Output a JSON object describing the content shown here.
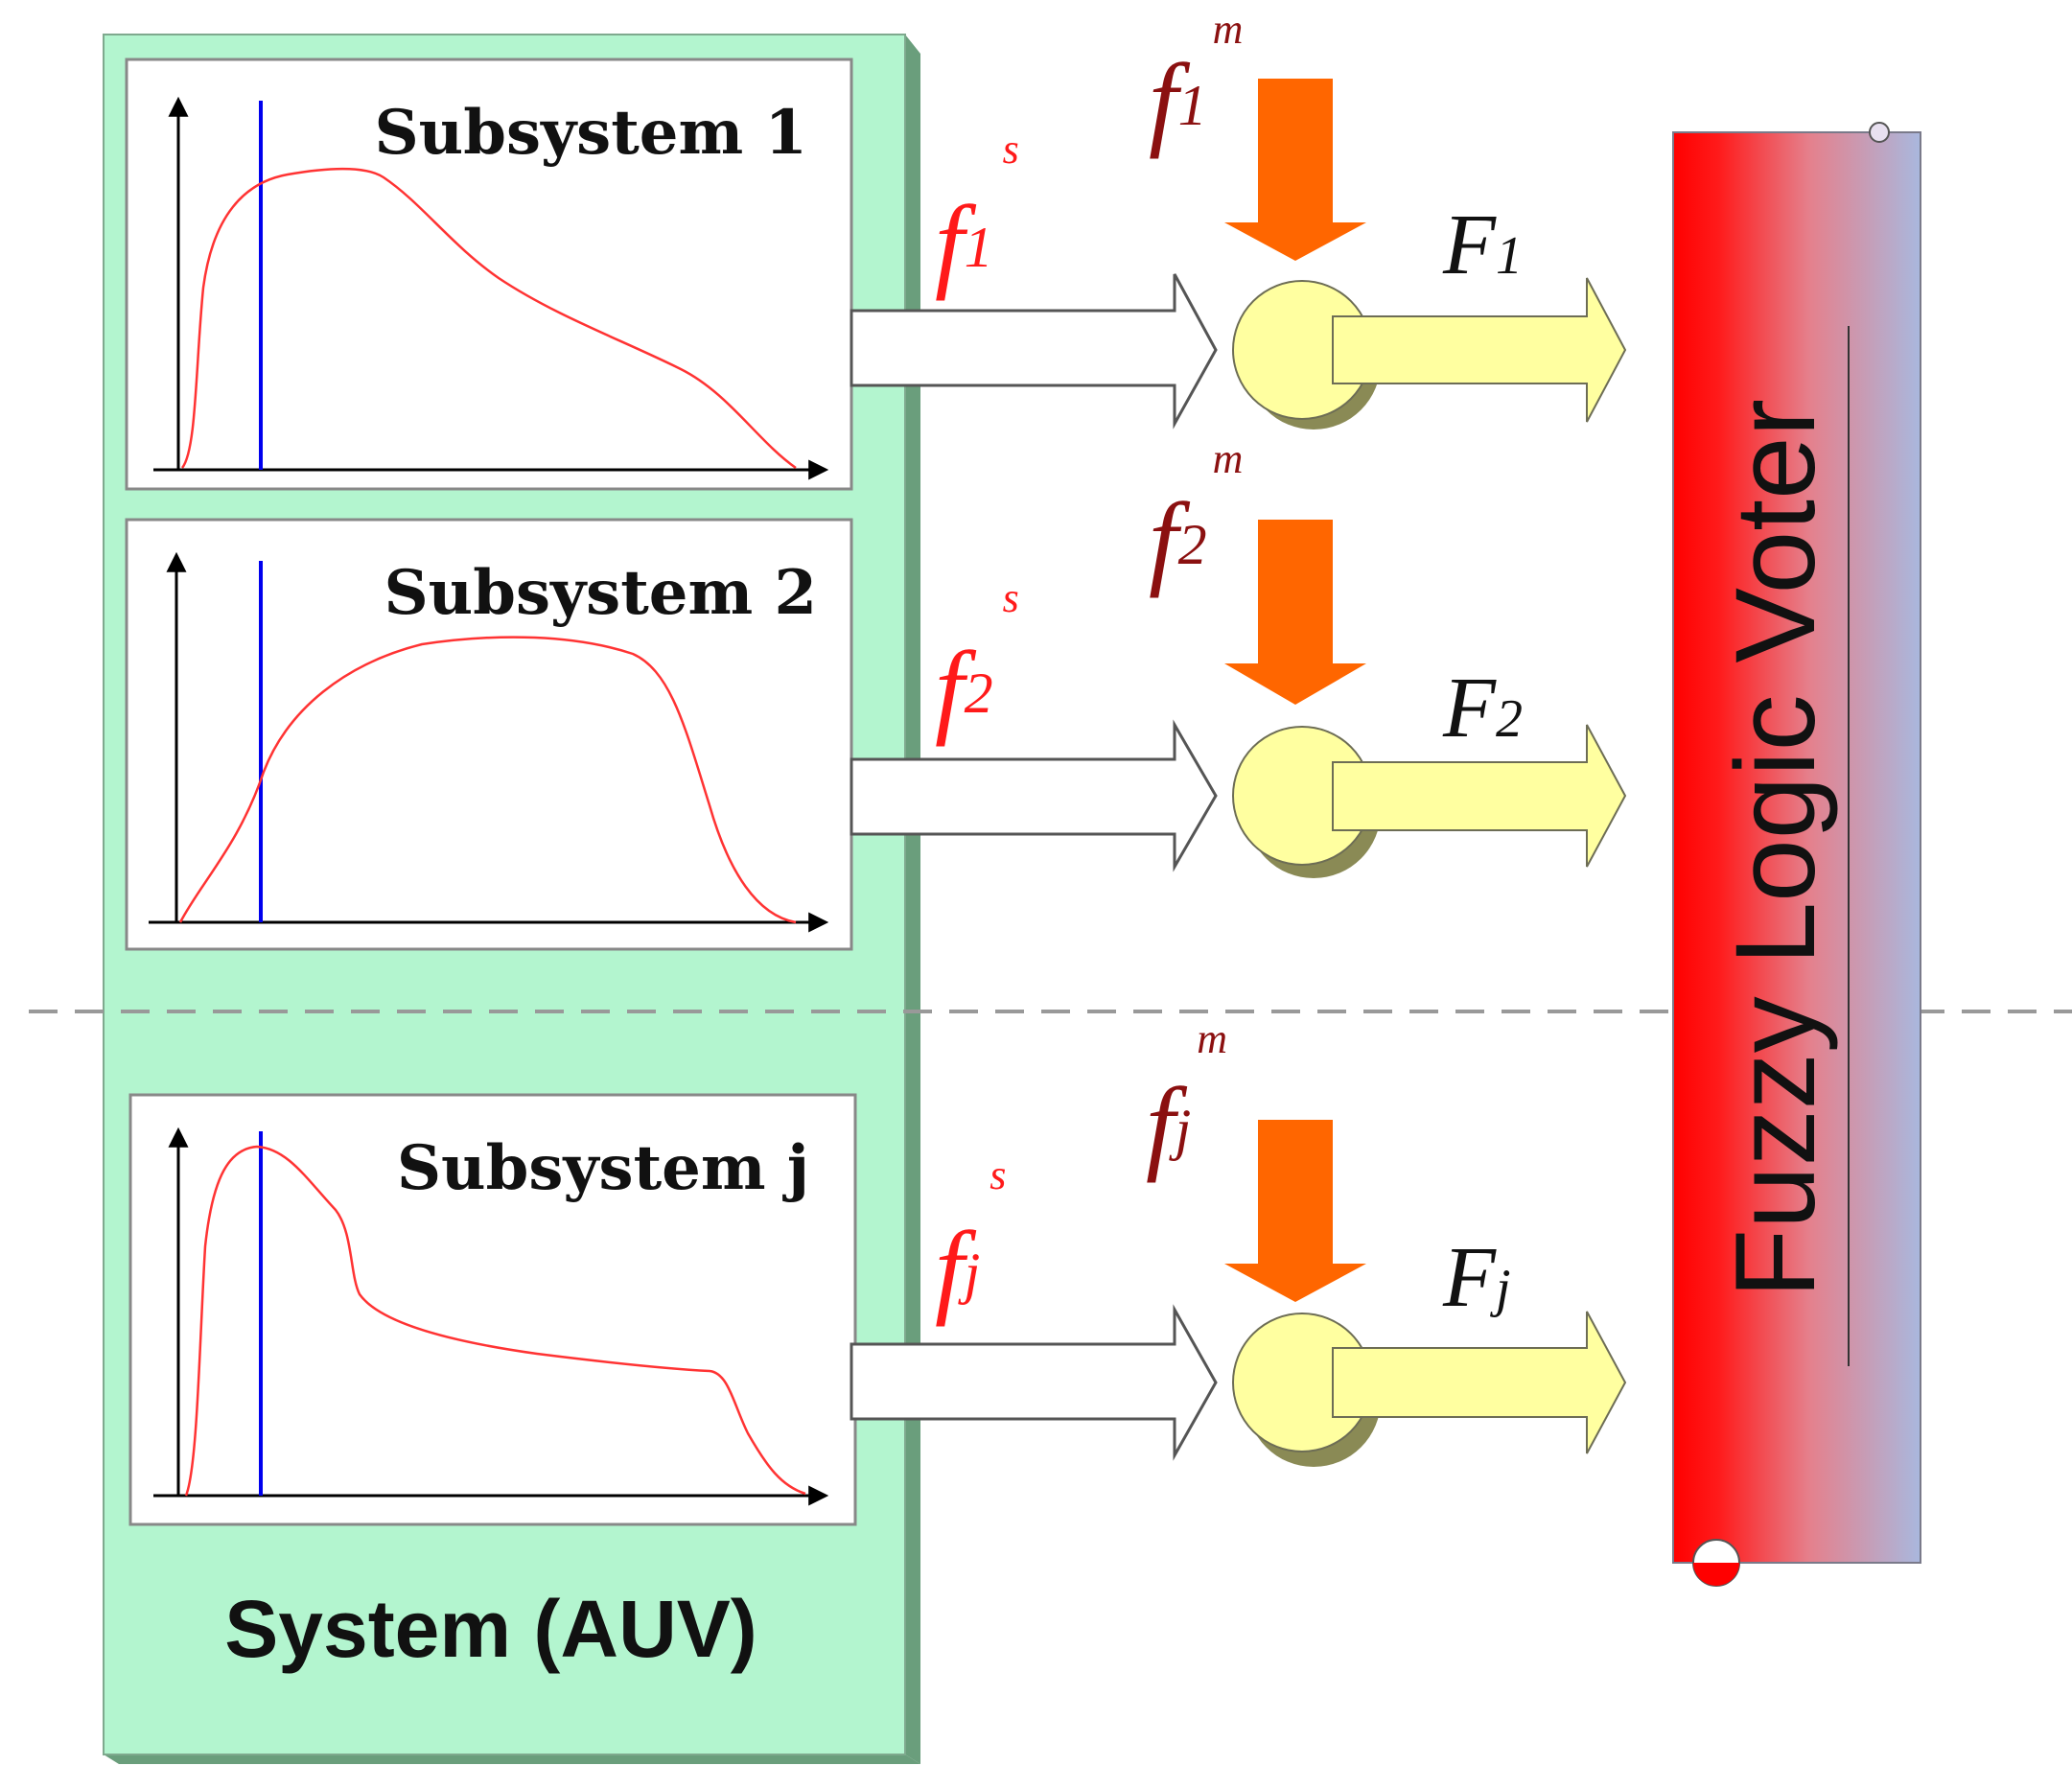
{
  "system": {
    "label": "System (AUV)"
  },
  "subsystems": [
    {
      "label": "Subsystem 1",
      "fs": "f",
      "fs_sub": "1",
      "fs_sup": "s",
      "fm": "f",
      "fm_sub": "1",
      "fm_sup": "m",
      "F": "F",
      "F_sub": "1"
    },
    {
      "label": "Subsystem 2",
      "fs": "f",
      "fs_sub": "2",
      "fs_sup": "s",
      "fm": "f",
      "fm_sub": "2",
      "fm_sup": "m",
      "F": "F",
      "F_sub": "2"
    },
    {
      "label": "Subsystem j",
      "fs": "f",
      "fs_sub": "j",
      "fs_sup": "s",
      "fm": "f",
      "fm_sub": "j",
      "fm_sup": "m",
      "F": "F",
      "F_sub": "j"
    }
  ],
  "voter": {
    "label": "Fuzzy Logic Voter"
  },
  "colors": {
    "system_fill": "#b3f5cf",
    "system_shadow": "#6a9e7c",
    "curve": "#ff3333",
    "marker": "#0000ee",
    "down_arrow": "#ff6600",
    "node": "#ffffa0",
    "node_shadow": "#8a8a55",
    "voter_left": "#ff0000",
    "voter_right": "#a9b8de"
  },
  "icons": [
    "down-arrow-icon",
    "right-arrow-icon",
    "fusion-node-icon",
    "pin-icon"
  ]
}
